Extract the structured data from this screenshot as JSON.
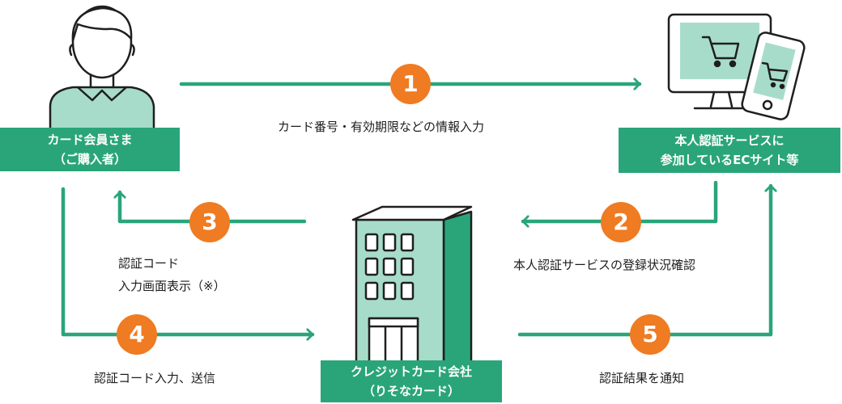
{
  "nodes": {
    "member": {
      "lines": [
        "カード会員さま",
        "（ご購入者）"
      ]
    },
    "ec_site": {
      "lines": [
        "本人認証サービスに",
        "参加しているECサイト等"
      ]
    },
    "card_company": {
      "lines": [
        "クレジットカード会社",
        "（りそなカード）"
      ]
    }
  },
  "steps": [
    {
      "number": "1",
      "label_lines": [
        "カード番号・有効期限などの情報入力"
      ]
    },
    {
      "number": "2",
      "label_lines": [
        "本人認証サービスの登録状況確認"
      ]
    },
    {
      "number": "3",
      "label_lines": [
        "認証コード",
        "入力画面表示（※）"
      ]
    },
    {
      "number": "4",
      "label_lines": [
        "認証コード入力、送信"
      ]
    },
    {
      "number": "5",
      "label_lines": [
        "認証結果を通知"
      ]
    }
  ],
  "icons": {
    "member": "person-icon",
    "ec_site": "computer-and-smartphone-shopping-cart-icon",
    "card_company": "office-building-icon"
  },
  "colors": {
    "green": "#2aa57a",
    "orange": "#ef7b22",
    "outline": "#1f1f1f",
    "light_green": "#a7dccb"
  }
}
